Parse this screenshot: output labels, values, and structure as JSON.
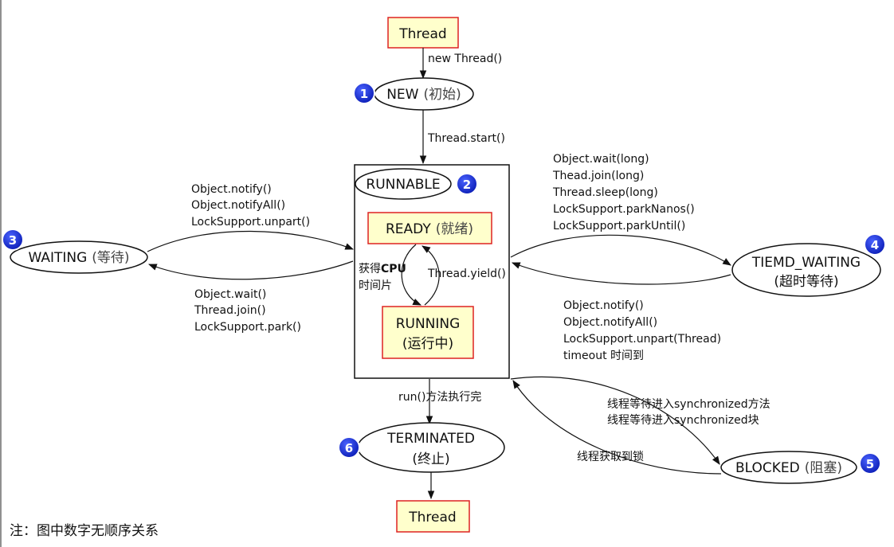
{
  "nodes": {
    "thread_top": "Thread",
    "new_state": "NEW",
    "new_cn": "(初始)",
    "runnable": "RUNNABLE",
    "ready": "READY",
    "ready_cn": "(就绪)",
    "running": "RUNNING",
    "running_cn": "(运行中)",
    "waiting": "WAITING",
    "waiting_cn": "(等待)",
    "timed_waiting": "TIEMD_WAITING",
    "timed_waiting_cn": "(超时等待)",
    "blocked": "BLOCKED",
    "blocked_cn": "(阻塞)",
    "terminated": "TERMINATED",
    "terminated_cn": "(终止)",
    "thread_bottom": "Thread"
  },
  "badges": [
    "1",
    "2",
    "3",
    "4",
    "5",
    "6"
  ],
  "edges": {
    "new_thread": "new Thread()",
    "thread_start": "Thread.start()",
    "to_runnable_from_waiting": [
      "Object.notify()",
      "Object.notifyAll()",
      "LockSupport.unpart()"
    ],
    "to_waiting": [
      "Object.wait()",
      "Thread.join()",
      "LockSupport.park()"
    ],
    "get_cpu": [
      "获得",
      "CPU",
      "时间片"
    ],
    "yield": "Thread.yield()",
    "to_timed_waiting": [
      "Object.wait(long)",
      "Thead.join(long)",
      "Thread.sleep(long)",
      "LockSupport.parkNanos()",
      "LockSupport.parkUntil()"
    ],
    "from_timed_waiting": [
      "Object.notify()",
      "Object.notifyAll()",
      "LockSupport.unpart(Thread)",
      "timeout 时间到"
    ],
    "run_done": "run()方法执行完",
    "to_blocked": [
      "线程等待进入synchronized方法",
      "线程等待进入synchronized块"
    ],
    "got_lock": "线程获取到锁"
  },
  "note": "注：图中数字无顺序关系",
  "colors": {
    "box_fill": "#ffffcc",
    "box_border": "#dd2222",
    "badge_fill": "#1a2fd0",
    "line": "#111111"
  }
}
